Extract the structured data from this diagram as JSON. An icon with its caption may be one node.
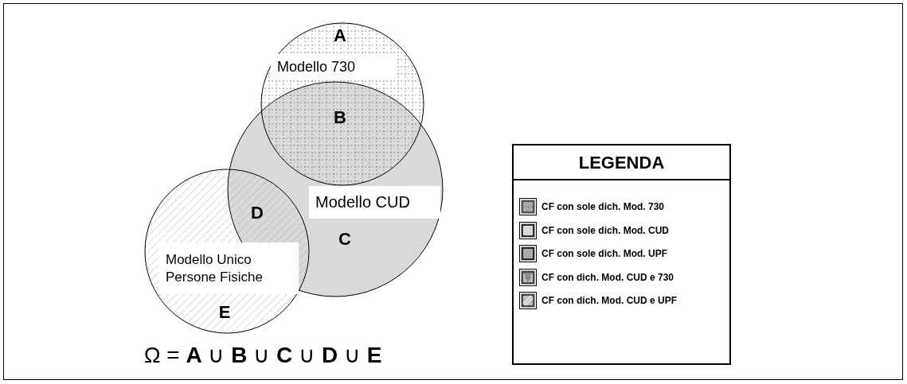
{
  "diagram": {
    "nodes": [
      {
        "text": [
          "Modello 730"
        ]
      },
      {
        "text": [
          "Modello CUD"
        ]
      },
      {
        "text": [
          "Modello Unico Persone Fisiche"
        ]
      }
    ],
    "labels": [
      "A",
      "B",
      "D",
      "C",
      "E",
      "Ω = **A** ∪ **B** ∪ **C** ∪ **D** ∪ **E**",
      "LEGENDA"
    ],
    "legend": [
      {
        "text": "CF con sole dich. Mod. 730"
      },
      {
        "text": "CF con sole dich. Mod. CUD"
      },
      {
        "text": "CF con sole dich. Mod. UPF"
      },
      {
        "text": "CF con dich. Mod. CUD e 730"
      },
      {
        "text": "CF con dich. Mod. CUD e UPF"
      }
    ]
  }
}
